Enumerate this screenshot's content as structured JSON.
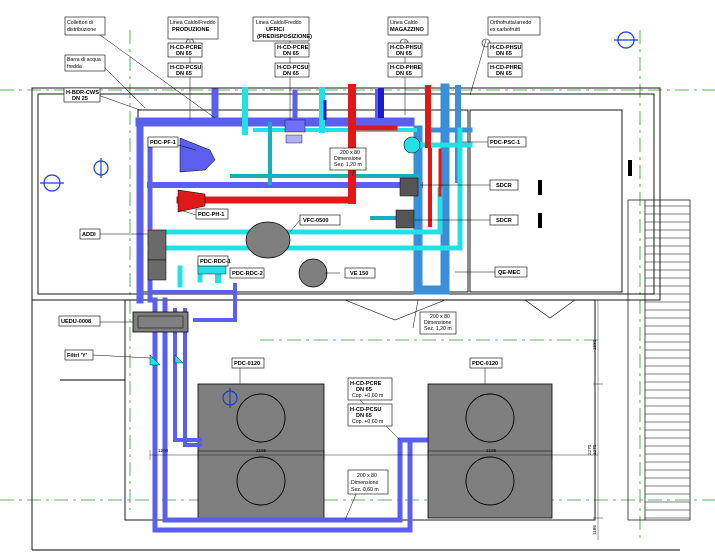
{
  "colors": {
    "blue": "#5a5ff0",
    "cyan": "#21e0e6",
    "cyan_dark": "#18aec0",
    "steel": "#3a8fd8",
    "red": "#e01818",
    "navy": "#1a1ad0",
    "grey": "#7f7f7f",
    "green_dash": "#2aa02a"
  },
  "labels": {
    "collettori": [
      "Collettori di",
      "distribuzione"
    ],
    "barra_cw": [
      "Barra di acqua",
      "fredda"
    ],
    "hbdr": [
      "H-BDR-CWS",
      "DN 25"
    ],
    "linea_produzione": [
      "Linea Caldo/Freddo",
      "PRODUZIONE"
    ],
    "linea_uffici": [
      "Linea Caldo/Freddo",
      "UFFICI",
      "(PREDISPOSIZIONE)"
    ],
    "linea_magazzino": [
      "Linea Caldo",
      "MAGAZZINO"
    ],
    "ortho": [
      "Orthofrutta/arredo",
      "ex carbofrutti"
    ],
    "tag_prod_1": [
      "H-CD-PCRE",
      "DN 65"
    ],
    "tag_prod_2": [
      "H-CD-PCSU",
      "DN 65"
    ],
    "tag_uff_1": [
      "H-CD-PCRE",
      "DN 65"
    ],
    "tag_uff_2": [
      "H-CD-PCSU",
      "DN 65"
    ],
    "tag_mag_1": [
      "H-CD-PHSU",
      "DN 65"
    ],
    "tag_mag_2": [
      "H-CD-PHRE",
      "DN 65"
    ],
    "tag_ort_1": [
      "H-CD-PHSU",
      "DN 65"
    ],
    "tag_ort_2": [
      "H-CD-PHRE",
      "DN 65"
    ],
    "pdc_pf1": "PDC-PF-1",
    "pdc_ph1": "PDC-PH-1",
    "pdc_rdc1": "PDC-RDC-1",
    "pdc_rdc2": "PDC-RDC-2",
    "pdc_psc1": "PDC-PSC-1",
    "vfc": "VFC-0500",
    "ve": "VE 150",
    "addi": "ADDI",
    "sdcr1": "SDCR",
    "sdcr2": "SDCR",
    "qe": "QE-MEC",
    "uedu": "UEDU-0008",
    "filtri": "Filtri 'Y'",
    "pdc_left": "PDC-0120",
    "pdc_right": "PDC-0120",
    "dim_note_1": [
      "200 x 80",
      "Dimensione",
      "Sez. 1,20 m"
    ],
    "dim_note_2": [
      "200 x 80",
      "Dimensione",
      "Sez. 1,20 m"
    ],
    "dim_note_3": [
      "200 x 80",
      "Dimensione",
      "Sez. 0,60 m"
    ],
    "tag_center_1": [
      "H-CD-PCRE",
      "DN 65",
      "Cop. +0,60 m"
    ],
    "tag_center_2": [
      "H-CD-PCSU",
      "DN 65",
      "Cop. +0,60 m"
    ],
    "dims": [
      "1200",
      "2185",
      "2185",
      "1580",
      "1270",
      "2270",
      "1186"
    ]
  }
}
